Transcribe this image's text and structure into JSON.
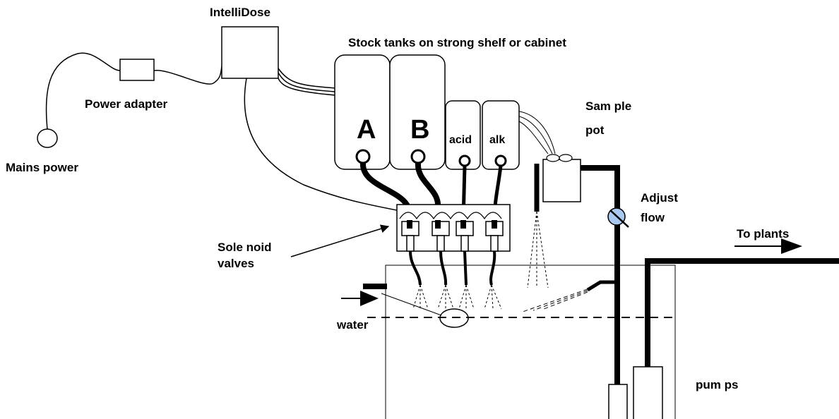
{
  "labels": {
    "intellidose": "IntelliDose",
    "stock_tanks": "Stock tanks on strong shelf or cabinet",
    "power_adapter": "Power adapter",
    "mains_power": "Mains power",
    "tank_a": "A",
    "tank_b": "B",
    "tank_acid": "acid",
    "tank_alk": "alk",
    "sample_pot_1": "Sam ple",
    "sample_pot_2": "pot",
    "adjust_flow_1": "Adjust",
    "adjust_flow_2": "flow",
    "to_plants": "To plants",
    "solenoid_1": "Sole noid",
    "solenoid_2": "valves",
    "water": "water",
    "pumps": "pum ps"
  },
  "colors": {
    "line": "#000000",
    "adjust_valve": "#a8c8f0"
  }
}
